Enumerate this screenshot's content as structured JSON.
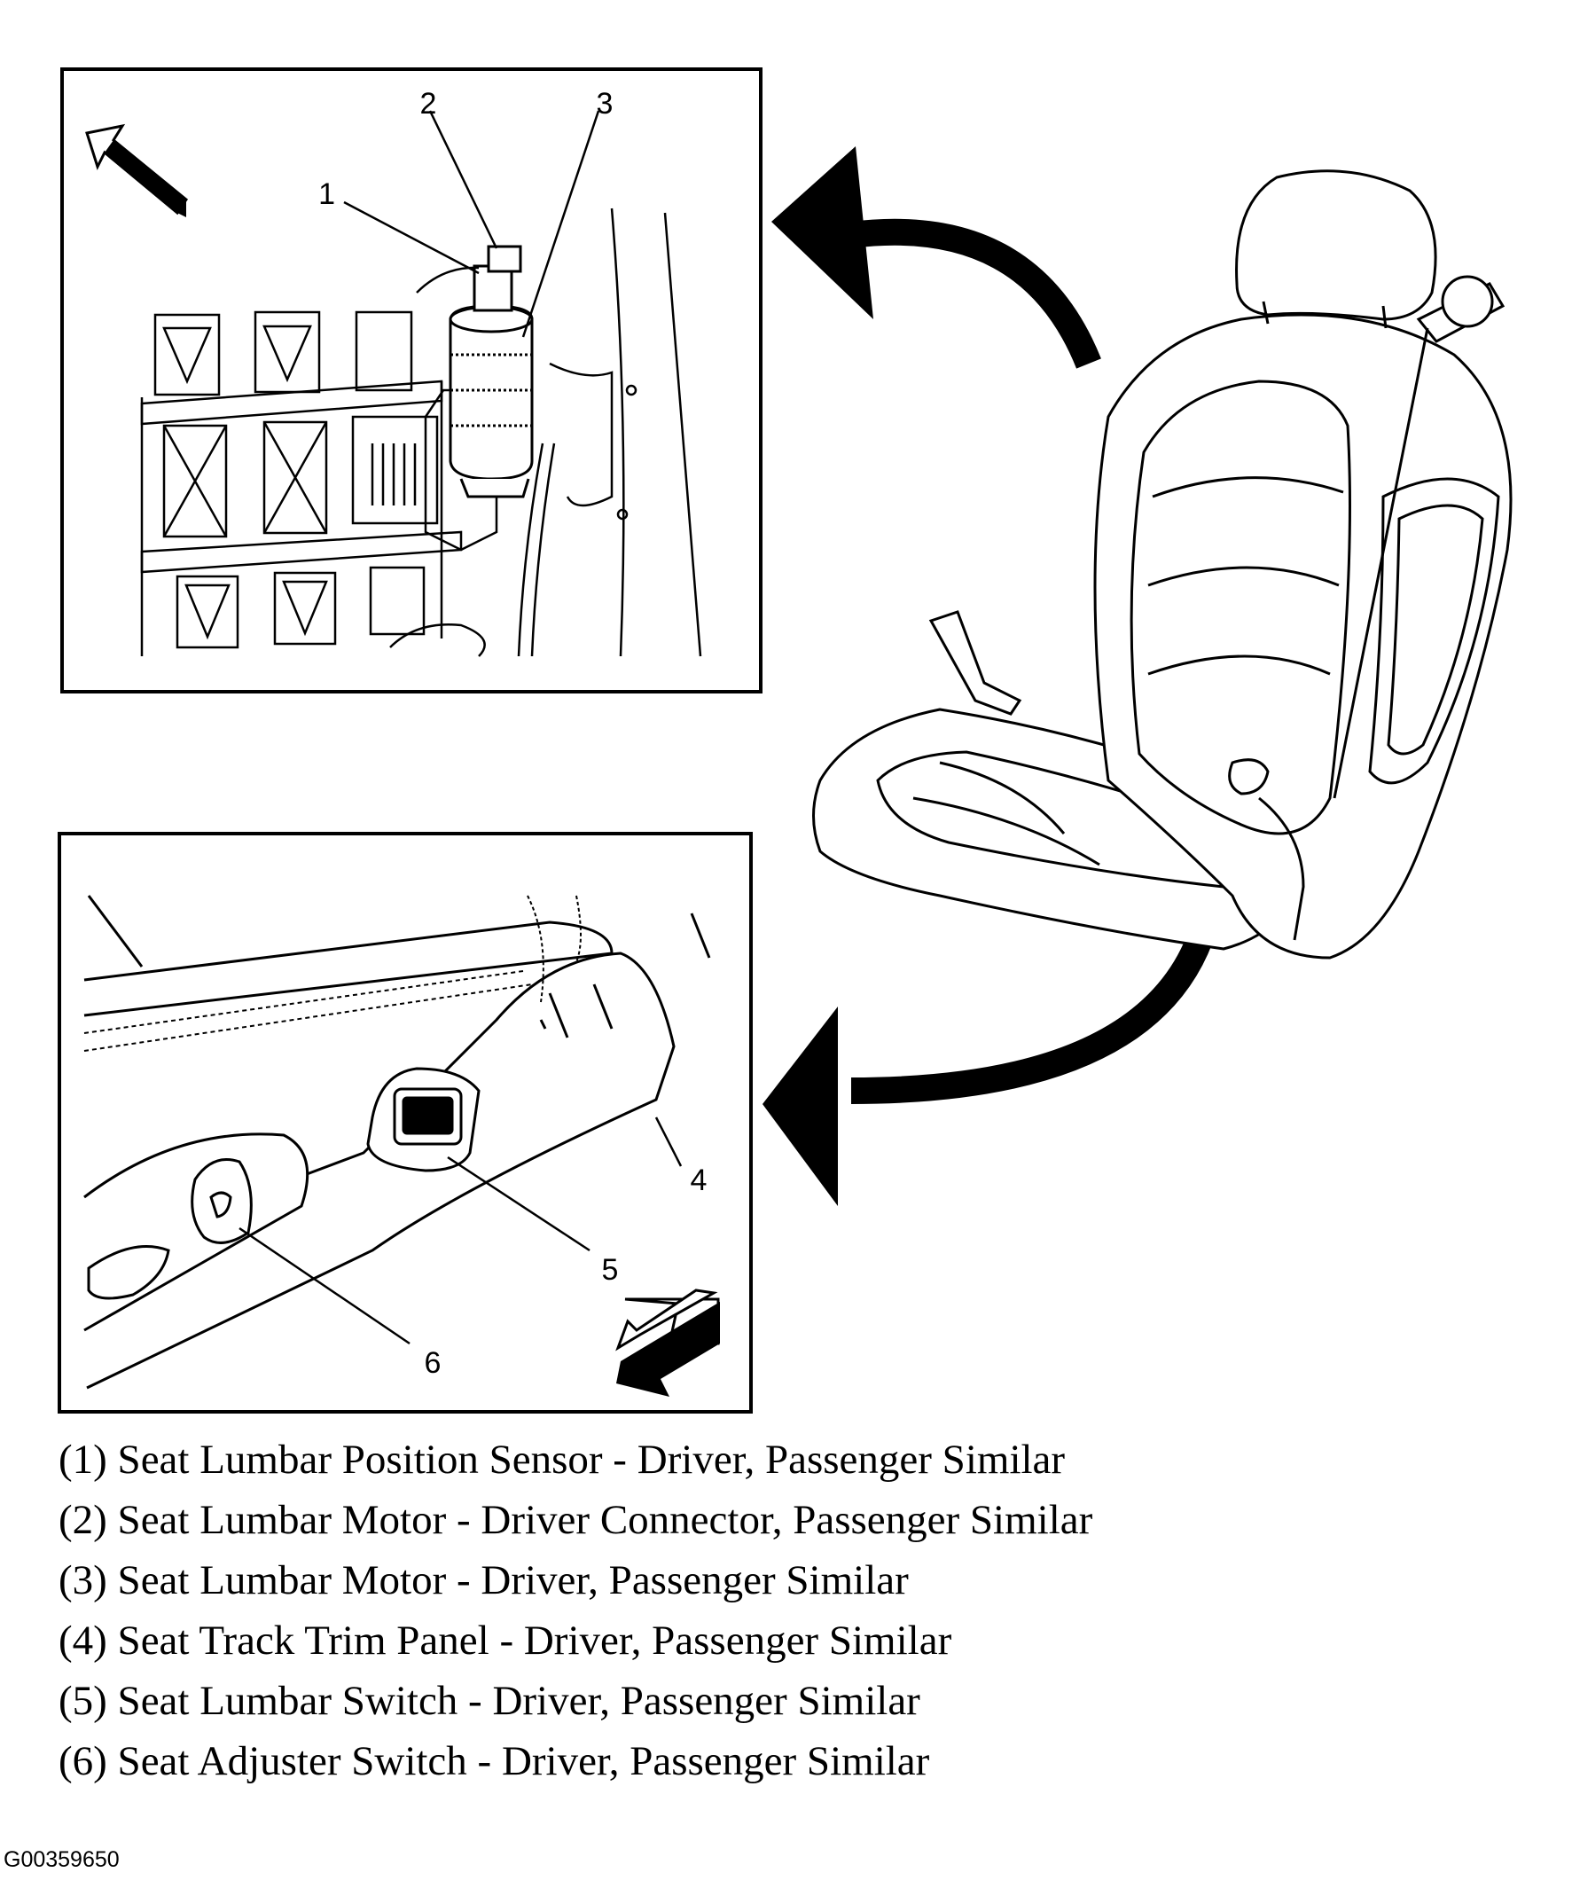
{
  "callouts": {
    "c1": "1",
    "c2": "2",
    "c3": "3",
    "c4": "4",
    "c5": "5",
    "c6": "6"
  },
  "legend": [
    "(1) Seat Lumbar Position Sensor - Driver, Passenger Similar",
    "(2) Seat Lumbar Motor - Driver Connector, Passenger Similar",
    "(3) Seat Lumbar Motor - Driver, Passenger Similar",
    "(4) Seat Track Trim Panel - Driver, Passenger Similar",
    "(5) Seat Lumbar Switch - Driver, Passenger Similar",
    "(6) Seat Adjuster Switch - Driver, Passenger Similar"
  ],
  "figure_id": "G00359650",
  "colors": {
    "line": "#000000",
    "background": "#ffffff"
  }
}
